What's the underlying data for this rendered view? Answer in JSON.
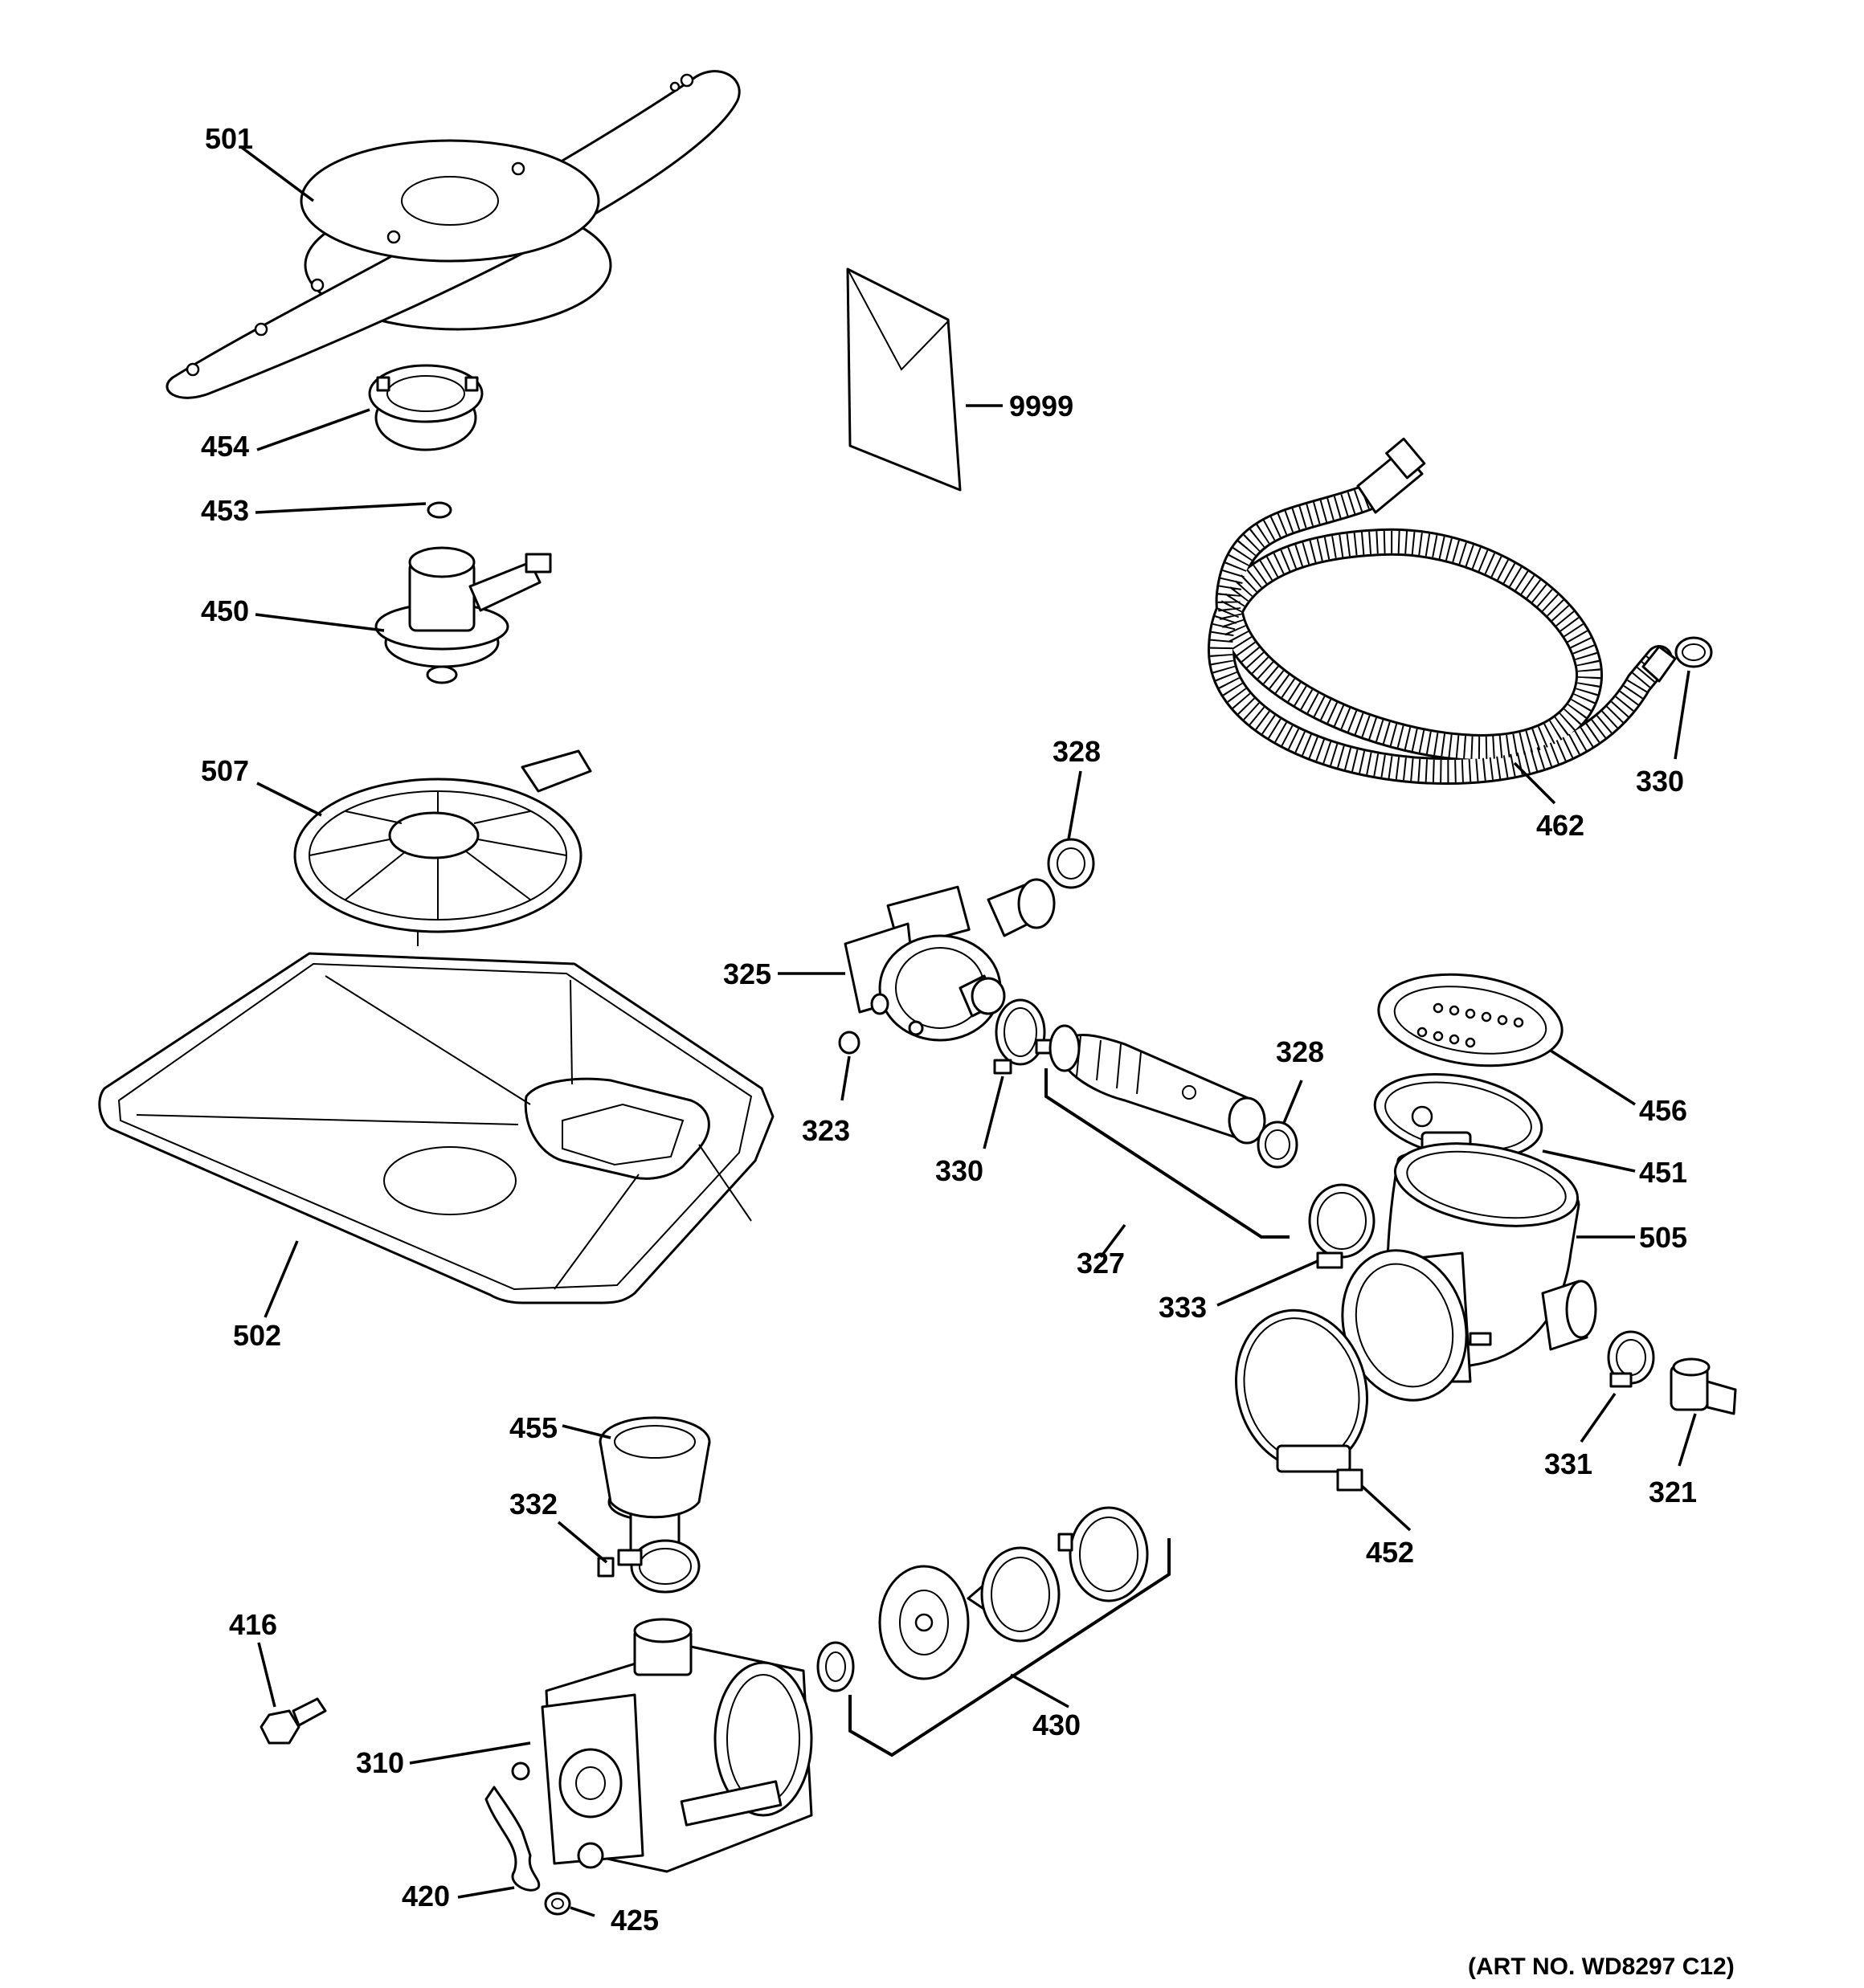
{
  "diagram": {
    "art_number": "(ART NO. WD8297 C12)",
    "callouts": {
      "c501": "501",
      "c454": "454",
      "c453": "453",
      "c450": "450",
      "c507": "507",
      "c502": "502",
      "c9999": "9999",
      "c462": "462",
      "c330a": "330",
      "c328a": "328",
      "c325": "325",
      "c323": "323",
      "c330b": "330",
      "c327": "327",
      "c328b": "328",
      "c456": "456",
      "c451": "451",
      "c505": "505",
      "c333": "333",
      "c331": "331",
      "c321": "321",
      "c452": "452",
      "c455": "455",
      "c332": "332",
      "c416": "416",
      "c430": "430",
      "c310": "310",
      "c420": "420",
      "c425": "425"
    }
  }
}
